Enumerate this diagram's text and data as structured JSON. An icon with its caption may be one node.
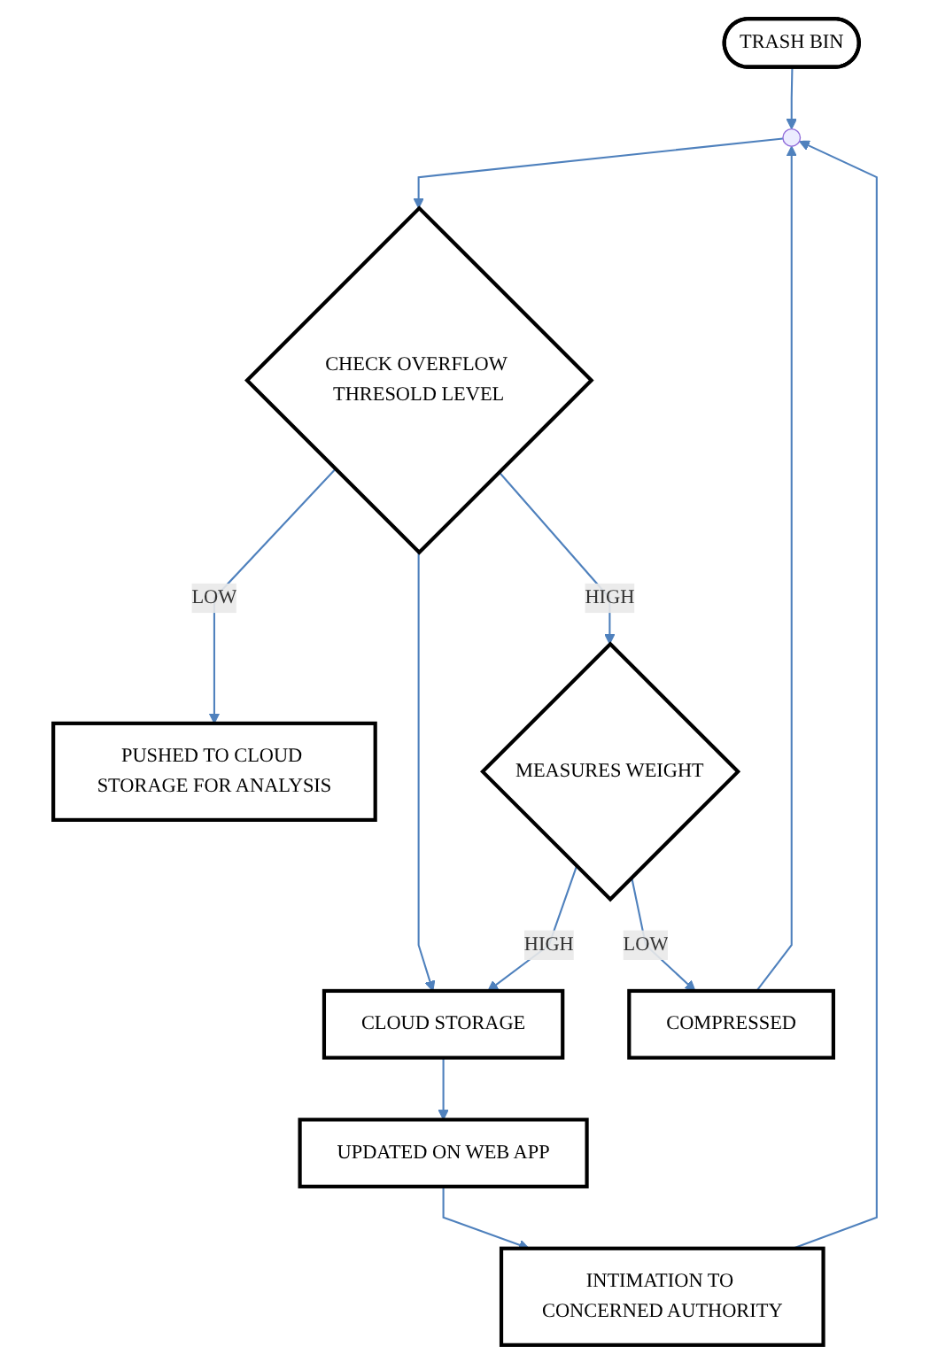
{
  "diagram": {
    "nodes": [
      {
        "text": [
          "TRASH BIN"
        ]
      },
      {
        "text": [],
        "shape": "circle"
      },
      {
        "text": [
          "CHECK OVERFLOW THRESOLD LEVEL"
        ]
      },
      {
        "text": [
          "PUSHED TO CLOUD STORAGE FOR ANALYSIS"
        ]
      },
      {
        "text": [
          "CLOUD STORAGE"
        ]
      },
      {
        "text": [
          "MEASURES WEIGHT"
        ]
      },
      {
        "text": [
          "UPDATED ON WEB APP"
        ]
      },
      {
        "text": [
          "COMPRESSED"
        ]
      },
      {
        "text": [
          "INTIMATION TO CONCERNED AUTHORITY"
        ]
      }
    ],
    "edges": [
      {
        "from": 0,
        "to": 1,
        "arrow": "to"
      },
      {
        "from": 1,
        "to": 2,
        "arrow": "to"
      },
      {
        "from": 2,
        "to": 3,
        "arrow": "to",
        "label": "LOW"
      },
      {
        "from": 2,
        "to": 5,
        "arrow": "to",
        "label": "HIGH"
      },
      {
        "from": 2,
        "to": 4,
        "arrow": "to"
      },
      {
        "from": 5,
        "to": 4,
        "arrow": "to",
        "label": "HIGH"
      },
      {
        "from": 5,
        "to": 7,
        "arrow": "to",
        "label": "LOW"
      },
      {
        "from": 4,
        "to": 6,
        "arrow": "to"
      },
      {
        "from": 6,
        "to": 8,
        "arrow": "to"
      },
      {
        "from": 8,
        "to": 1,
        "arrow": "to"
      },
      {
        "from": 7,
        "to": 1,
        "arrow": "to"
      }
    ]
  }
}
